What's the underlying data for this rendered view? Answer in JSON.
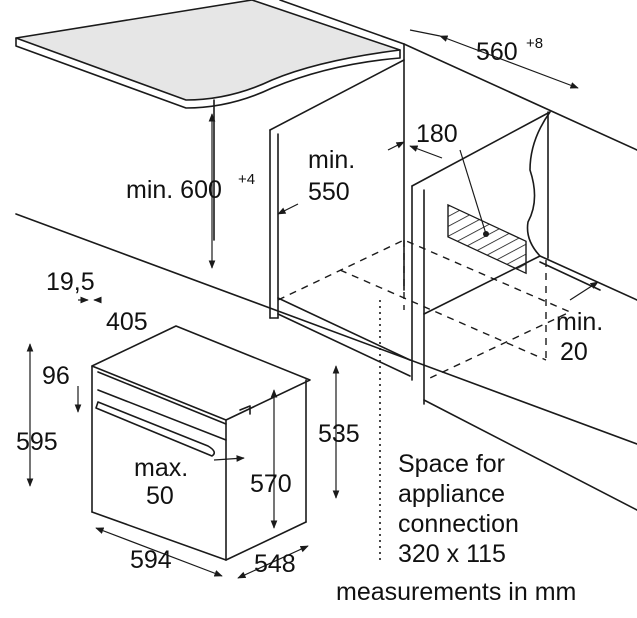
{
  "labels": {
    "width_cutout": "560",
    "width_cutout_sup": "+8",
    "depth_180": "180",
    "min_label": "min.",
    "depth_550": "550",
    "height_600": "min. 600",
    "height_600_sup": "+4",
    "gap_20": "20",
    "gap_min": "min.",
    "offset_19_5": "19,5",
    "depth_405": "405",
    "depth_96": "96",
    "height_595": "595",
    "height_535": "535",
    "max_label": "max.",
    "max_50": "50",
    "height_570": "570",
    "width_594": "594",
    "depth_548": "548",
    "space_line1": "Space for",
    "space_line2": "appliance",
    "space_line3": "connection",
    "space_line4": "320 x 115",
    "units": "measurements in mm"
  },
  "colors": {
    "line": "#1a1a1a",
    "background": "#ffffff",
    "countertop": "#e6e6e6"
  }
}
